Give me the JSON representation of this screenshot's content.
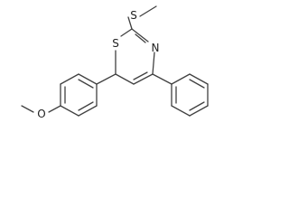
{
  "molecule": {
    "atoms": {
      "sulfur_methylthio": "S",
      "sulfur_ring": "S",
      "nitrogen_ring": "N",
      "oxygen_methoxy": "O"
    }
  }
}
